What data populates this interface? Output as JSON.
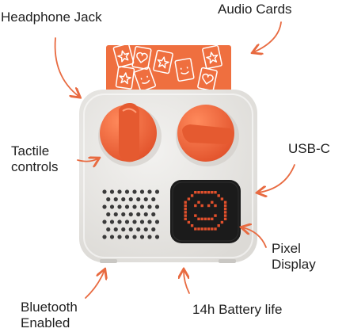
{
  "labels": {
    "headphone_jack": "Headphone Jack",
    "audio_cards": "Audio Cards",
    "tactile_controls": [
      "Tactile",
      "controls"
    ],
    "usb_c": "USB-C",
    "pixel_display": [
      "Pixel",
      "Display"
    ],
    "bluetooth": [
      "Bluetooth",
      "Enabled"
    ],
    "battery": "14h Battery life"
  },
  "colors": {
    "accent": "#ee6a3c",
    "knob": "#f0623a",
    "device_body": "#e9e7e4",
    "screen": "#1b1b1b",
    "face_pixels": "#e2502c",
    "arrow": "#e86a40"
  },
  "icons": [
    "star-icon",
    "heart-icon",
    "smiley-icon"
  ]
}
